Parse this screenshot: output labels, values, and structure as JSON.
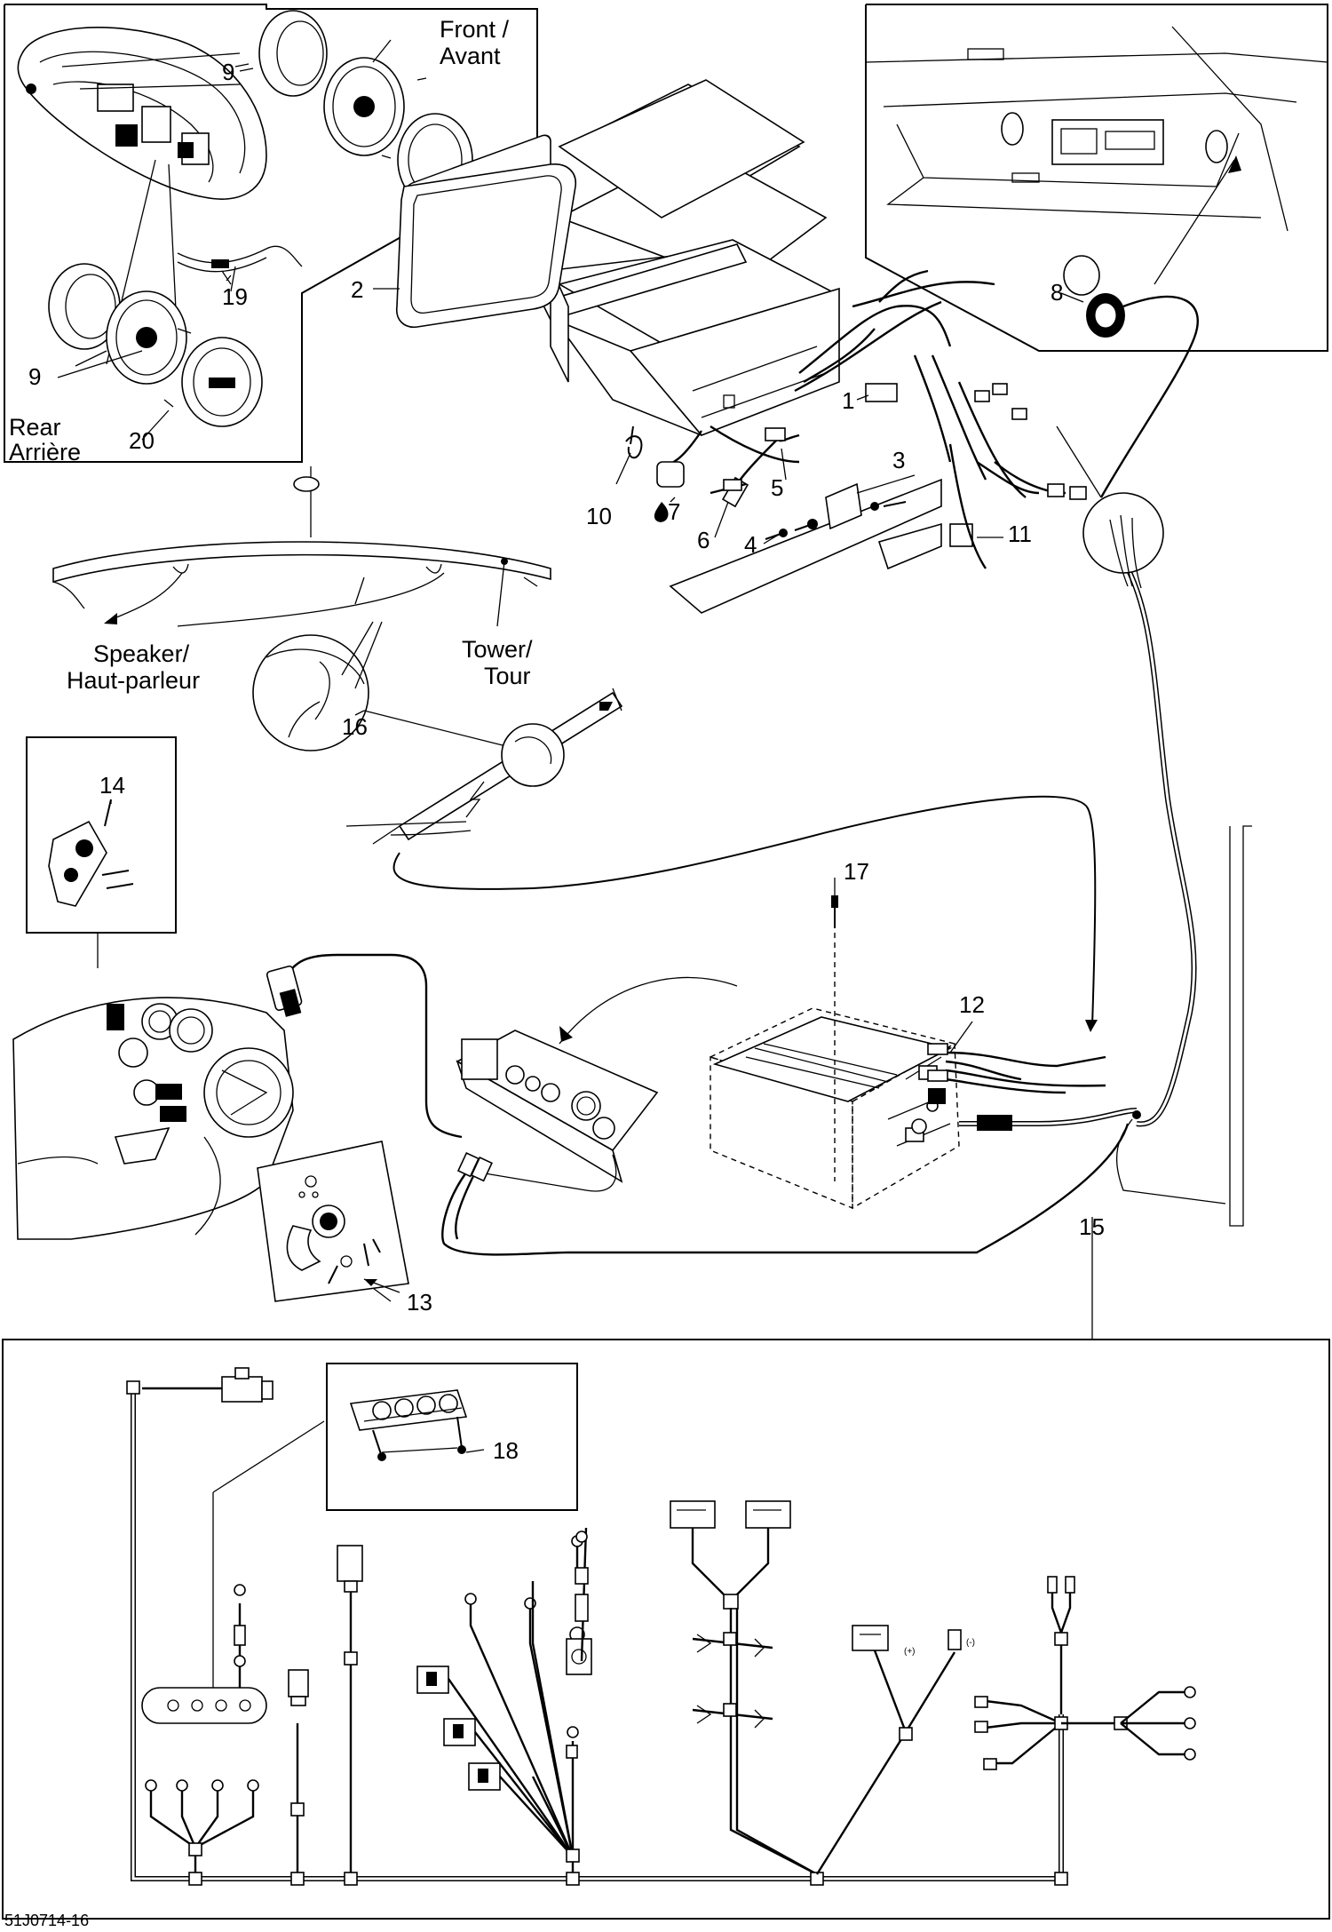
{
  "labels": {
    "front": "Front /",
    "avant": "Avant",
    "rear": "Rear",
    "arriere": "Arrière",
    "speaker": "Speaker/",
    "haut_parleur": "Haut-parleur",
    "tower": "Tower/",
    "tour": "Tour"
  },
  "callouts": {
    "c1": "1",
    "c2": "2",
    "c3": "3",
    "c4": "4",
    "c5": "5",
    "c6": "6",
    "c7": "7",
    "c8": "8",
    "c9a": "9",
    "c9b": "9",
    "c10": "10",
    "c11": "11",
    "c12": "12",
    "c13": "13",
    "c14": "14",
    "c15": "15",
    "c16": "16",
    "c17": "17",
    "c18": "18",
    "c19": "19",
    "c20": "20"
  },
  "figure_code": "51J0714-16"
}
